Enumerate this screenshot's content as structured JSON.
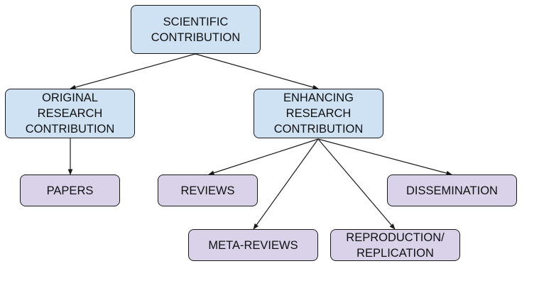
{
  "nodes": {
    "scientific": "SCIENTIFIC\nCONTRIBUTION",
    "original": "ORIGINAL\nRESEARCH\nCONTRIBUTION",
    "enhancing": "ENHANCING\nRESEARCH\nCONTRIBUTION",
    "papers": "PAPERS",
    "reviews": "REVIEWS",
    "dissemination": "DISSEMINATION",
    "meta_reviews": "META-REVIEWS",
    "reproduction": "REPRODUCTION/\nREPLICATION"
  },
  "colors": {
    "root_fill": "#cfe2f3",
    "leaf_fill": "#d9d2e9",
    "border": "#1a1a1a",
    "edge": "#1a1a1a"
  }
}
